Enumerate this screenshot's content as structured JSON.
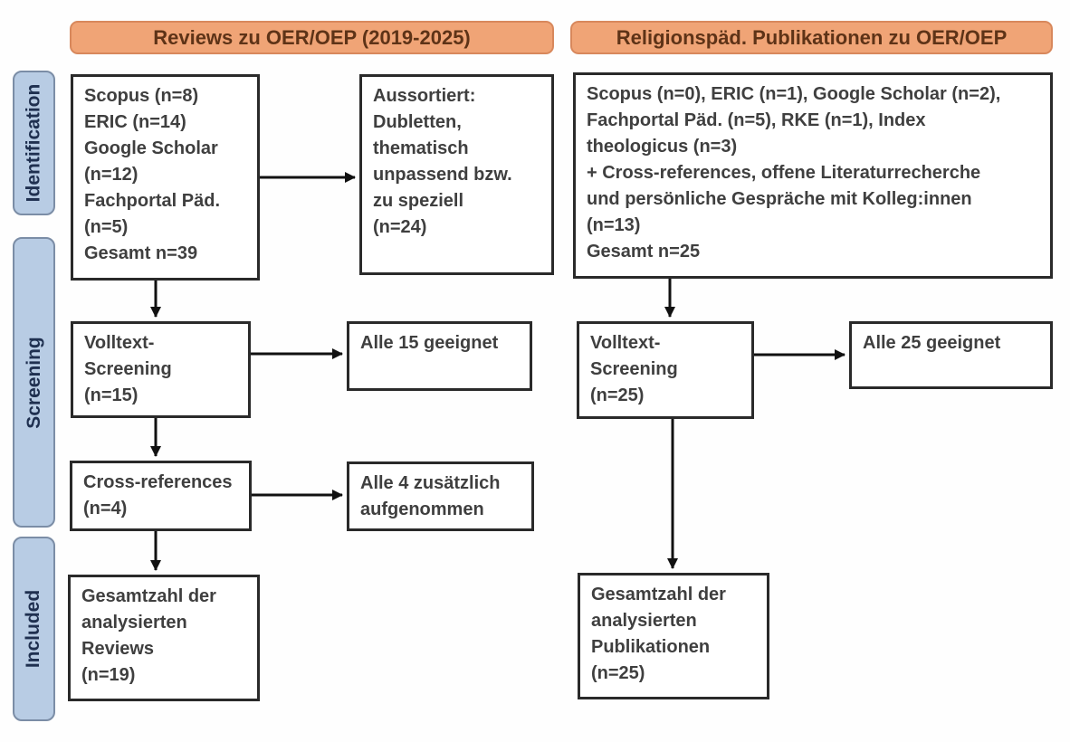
{
  "headers": {
    "left": "Reviews zu OER/OEP (2019-2025)",
    "right": "Religionspäd. Publikationen zu OER/OEP"
  },
  "sidebar": {
    "identification": "Identification",
    "screening": "Screening",
    "included": "Included"
  },
  "left_column": {
    "identification_box": "Scopus (n=8)\nERIC (n=14)\nGoogle Scholar\n(n=12)\nFachportal Päd.\n(n=5)\nGesamt n=39",
    "excluded_box": "Aussortiert:\nDubletten,\nthematisch\nunpassend bzw.\nzu speziell\n(n=24)",
    "screening_box": "Volltext-\nScreening\n(n=15)",
    "screening_result_box": "Alle 15 geeignet",
    "crossref_box": "Cross-references\n(n=4)",
    "crossref_result_box": "Alle 4 zusätzlich\naufgenommen",
    "included_box": "Gesamtzahl der\nanalysierten\nReviews\n(n=19)"
  },
  "right_column": {
    "identification_box": "Scopus (n=0), ERIC (n=1), Google Scholar (n=2),\nFachportal Päd. (n=5), RKE (n=1), Index\ntheologicus (n=3)\n+ Cross-references, offene Literaturrecherche\nund persönliche Gespräche mit Kolleg:innen\n(n=13)\nGesamt n=25",
    "screening_box": "Volltext-\nScreening\n(n=25)",
    "screening_result_box": "Alle 25 geeignet",
    "included_box": "Gesamtzahl der\nanalysierten\nPublikationen\n(n=25)"
  },
  "colors": {
    "background": "#FEFEFE",
    "header_fill": "#F0A476",
    "header_border": "#D8885C",
    "header_text": "#5E3317",
    "stage_fill": "#B8CCE4",
    "stage_border": "#7B8DA6",
    "stage_text": "#1F3050",
    "box_border": "#2A2A2A",
    "box_text": "#3F3F3F",
    "arrow": "#111111"
  }
}
